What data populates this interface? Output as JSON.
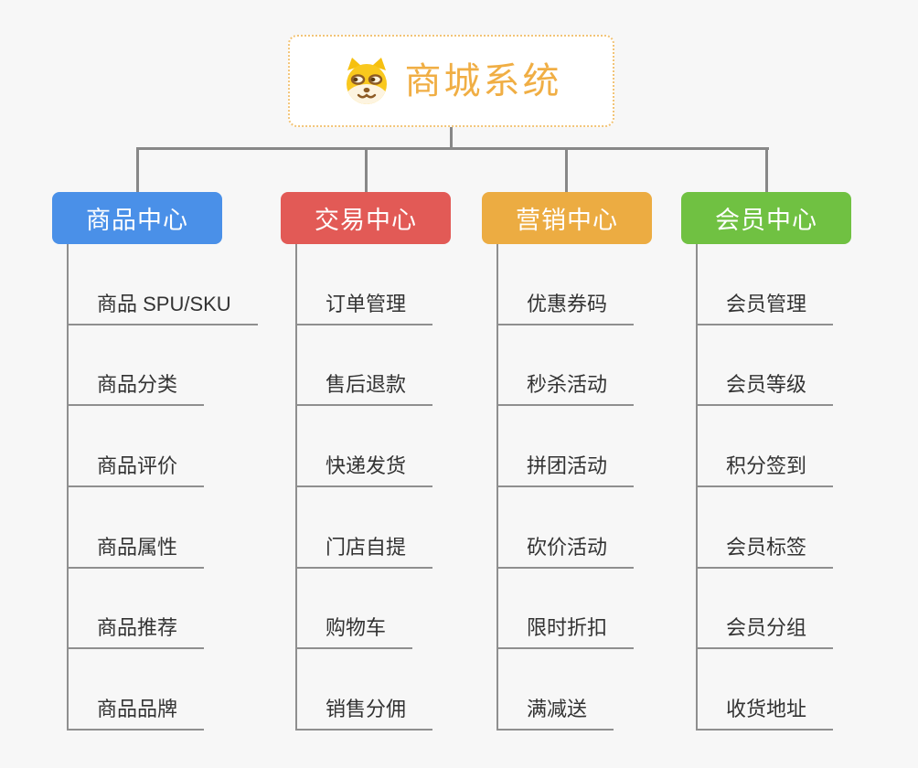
{
  "root": {
    "title": "商城系统",
    "icon": "doge-icon",
    "title_color": "#F0AE44",
    "border_color": "#F2C477"
  },
  "connector_color": "#888888",
  "branches": [
    {
      "label": "商品中心",
      "color": "#4A90E8",
      "children": [
        "商品 SPU/SKU",
        "商品分类",
        "商品评价",
        "商品属性",
        "商品推荐",
        "商品品牌"
      ]
    },
    {
      "label": "交易中心",
      "color": "#E25A56",
      "children": [
        "订单管理",
        "售后退款",
        "快递发货",
        "门店自提",
        "购物车",
        "销售分佣"
      ]
    },
    {
      "label": "营销中心",
      "color": "#ECAC42",
      "children": [
        "优惠券码",
        "秒杀活动",
        "拼团活动",
        "砍价活动",
        "限时折扣",
        "满减送"
      ]
    },
    {
      "label": "会员中心",
      "color": "#70C142",
      "children": [
        "会员管理",
        "会员等级",
        "积分签到",
        "会员标签",
        "会员分组",
        "收货地址"
      ]
    }
  ]
}
